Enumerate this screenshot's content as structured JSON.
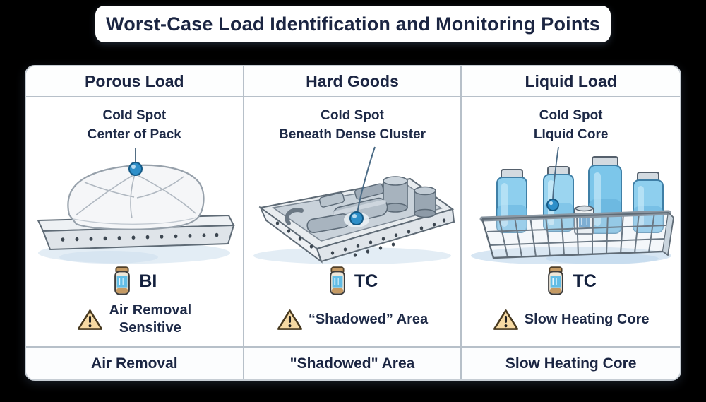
{
  "title": "Worst-Case Load Identification and Monitoring Points",
  "colors": {
    "background": "#000000",
    "card": "#ffffff",
    "text_navy": "#1b2542",
    "divider": "#b7c0c9",
    "marker_blue": "#2e8fc9",
    "warning_fill": "#f6d9a2",
    "liquid_blue": "#8ecfee",
    "vial_cap_tan": "#c59a63",
    "vial_label_blue": "#62bde6"
  },
  "columns": [
    {
      "header": "Porous Load",
      "cold_spot": {
        "line1": "Cold Spot",
        "line2": "Center of Pack"
      },
      "illustration": "wrapped-pack-on-perforated-tray",
      "indicator": {
        "icon": "bi-vial-icon",
        "label": "BI"
      },
      "warning": {
        "icon": "warning-triangle-icon",
        "line1": "Air Removal",
        "line2": "Sensitive"
      },
      "footer": "Air Removal"
    },
    {
      "header": "Hard Goods",
      "cold_spot": {
        "line1": "Cold Spot",
        "line2": "Beneath Dense Cluster"
      },
      "illustration": "dense-instrument-tray",
      "indicator": {
        "icon": "tc-vial-icon",
        "label": "TC"
      },
      "warning": {
        "icon": "warning-triangle-icon",
        "line1": "“Shadowed” Area",
        "line2": ""
      },
      "footer": "\"Shadowed\" Area"
    },
    {
      "header": "Liquid Load",
      "cold_spot": {
        "line1": "Cold Spot",
        "line2": "LIquid Core"
      },
      "illustration": "liquid-bottles-in-wire-basket",
      "indicator": {
        "icon": "tc-vial-icon",
        "label": "TC"
      },
      "warning": {
        "icon": "warning-triangle-icon",
        "line1": "Slow Heating Core",
        "line2": ""
      },
      "footer": "Slow Heating Core"
    }
  ]
}
